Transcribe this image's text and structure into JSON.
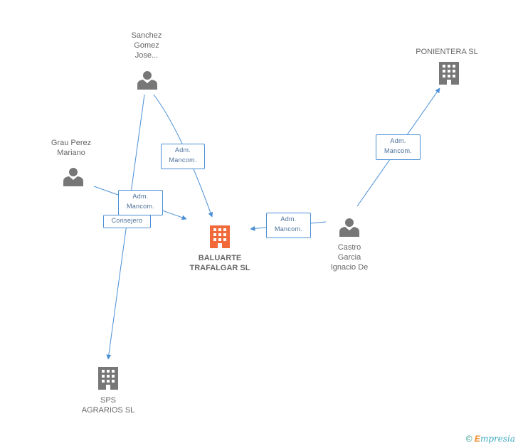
{
  "nodes": {
    "sanchez": {
      "lines": [
        "Sanchez",
        "Gomez",
        "Jose..."
      ],
      "kind": "person"
    },
    "grau": {
      "lines": [
        "Grau Perez",
        "Mariano"
      ],
      "kind": "person"
    },
    "castro": {
      "lines": [
        "Castro",
        "Garcia",
        "Ignacio De"
      ],
      "kind": "person"
    },
    "baluarte": {
      "lines": [
        "BALUARTE",
        "TRAFALGAR SL"
      ],
      "kind": "company-main"
    },
    "ponientera": {
      "lines": [
        "PONIENTERA SL"
      ],
      "kind": "company"
    },
    "sps": {
      "lines": [
        "SPS",
        "AGRARIOS SL"
      ],
      "kind": "company"
    }
  },
  "relations": {
    "sanchez_baluarte": {
      "lines": [
        "Adm.",
        "Mancom."
      ]
    },
    "grau_baluarte": {
      "lines": [
        "Adm.",
        "Mancom."
      ]
    },
    "sanchez_sps": {
      "lines": [
        "Consejero"
      ]
    },
    "castro_baluarte": {
      "lines": [
        "Adm.",
        "Mancom."
      ]
    },
    "castro_ponientera": {
      "lines": [
        "Adm.",
        "Mancom."
      ]
    }
  },
  "footer": {
    "copyright": "©",
    "brand_initial": "E",
    "brand_rest": "mpresia"
  },
  "colors": {
    "edge": "#4a8fd6",
    "person": "#777777",
    "company": "#777777",
    "company_main": "#f26a3a"
  }
}
